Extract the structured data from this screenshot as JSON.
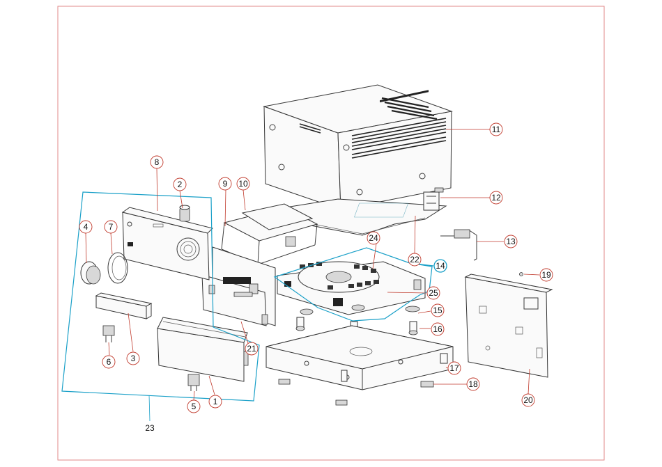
{
  "callouts": [
    {
      "id": "c1",
      "text": "1"
    },
    {
      "id": "c2",
      "text": "2"
    },
    {
      "id": "c3",
      "text": "3"
    },
    {
      "id": "c4",
      "text": "4"
    },
    {
      "id": "c5",
      "text": "5"
    },
    {
      "id": "c6",
      "text": "6"
    },
    {
      "id": "c7",
      "text": "7"
    },
    {
      "id": "c8",
      "text": "8"
    },
    {
      "id": "c9",
      "text": "9"
    },
    {
      "id": "c10",
      "text": "10"
    },
    {
      "id": "c11",
      "text": "11"
    },
    {
      "id": "c12",
      "text": "12"
    },
    {
      "id": "c13",
      "text": "13"
    },
    {
      "id": "c14",
      "text": "14"
    },
    {
      "id": "c15",
      "text": "15"
    },
    {
      "id": "c16",
      "text": "16"
    },
    {
      "id": "c17",
      "text": "17"
    },
    {
      "id": "c18",
      "text": "18"
    },
    {
      "id": "c19",
      "text": "19"
    },
    {
      "id": "c20",
      "text": "20"
    },
    {
      "id": "c21",
      "text": "21"
    },
    {
      "id": "c22",
      "text": "22"
    },
    {
      "id": "c23",
      "text": "23"
    },
    {
      "id": "c24",
      "text": "24"
    },
    {
      "id": "c25",
      "text": "25"
    }
  ],
  "colors": {
    "frame": "#e08a8a",
    "callout": "#c0392b",
    "subassembly": "#1aa0c8",
    "line": "#333333"
  }
}
